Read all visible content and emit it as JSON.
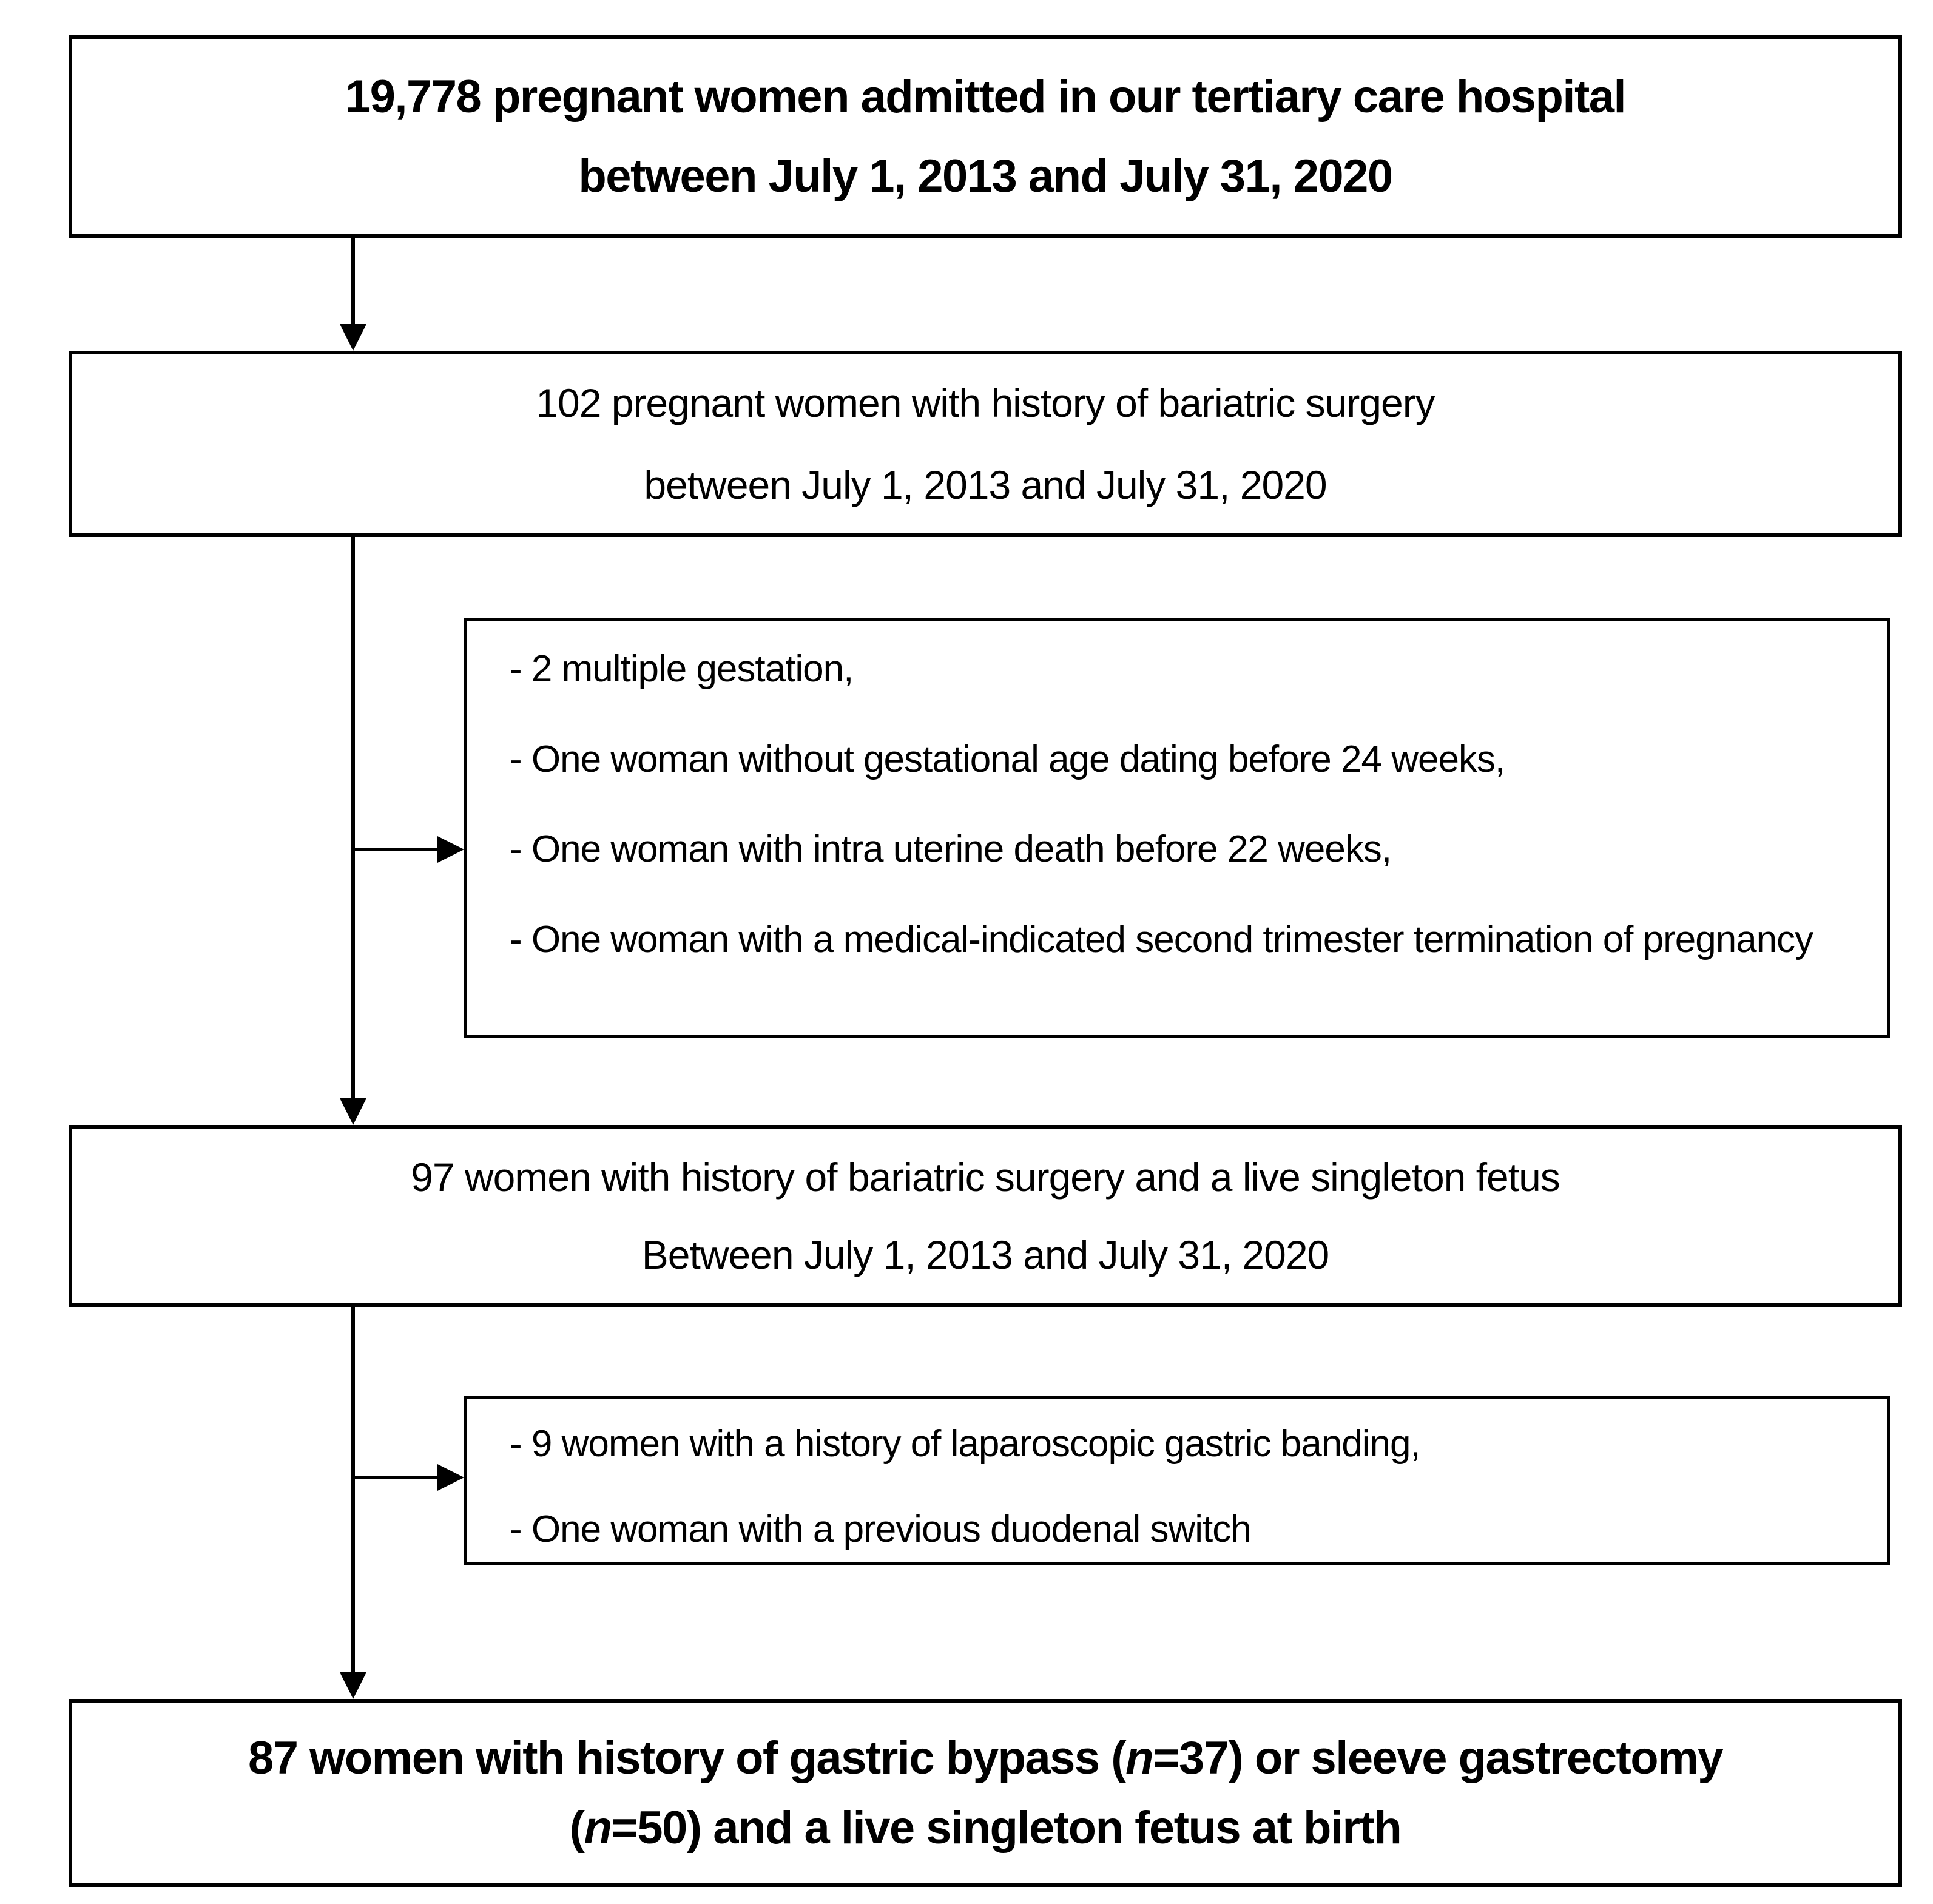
{
  "diagram": {
    "box_total": {
      "line1": "19,778 pregnant women admitted in our tertiary care hospital",
      "line2": "between July 1, 2013 and July 31, 2020"
    },
    "box_bariatric": {
      "line1": "102 pregnant women with history of bariatric surgery",
      "line2": "between July 1, 2013 and July 31, 2020"
    },
    "exclusions_first": {
      "item1": "- 2 multiple gestation,",
      "item2": "- One woman without gestational age dating before 24 weeks,",
      "item3": "- One woman with intra uterine death before 22 weeks,",
      "item4": "- One woman with a medical-indicated second trimester termination of pregnancy"
    },
    "box_singleton": {
      "line1": "97 women with history of bariatric surgery and a live singleton fetus",
      "line2": "Between July 1, 2013 and July 31, 2020"
    },
    "exclusions_second": {
      "item1": "- 9 women with a history of laparoscopic gastric banding,",
      "item2": "- One woman with a previous duodenal switch"
    },
    "box_final": {
      "line1_pre": "87 women with history of gastric bypass (",
      "line1_n": "n",
      "line1_post": "=37) or sleeve gastrectomy",
      "line2_pre": "(",
      "line2_n": "n",
      "line2_post": "=50) and a live singleton fetus at birth"
    },
    "colors": {
      "border": "#000000",
      "background": "#ffffff",
      "text": "#000000"
    }
  }
}
